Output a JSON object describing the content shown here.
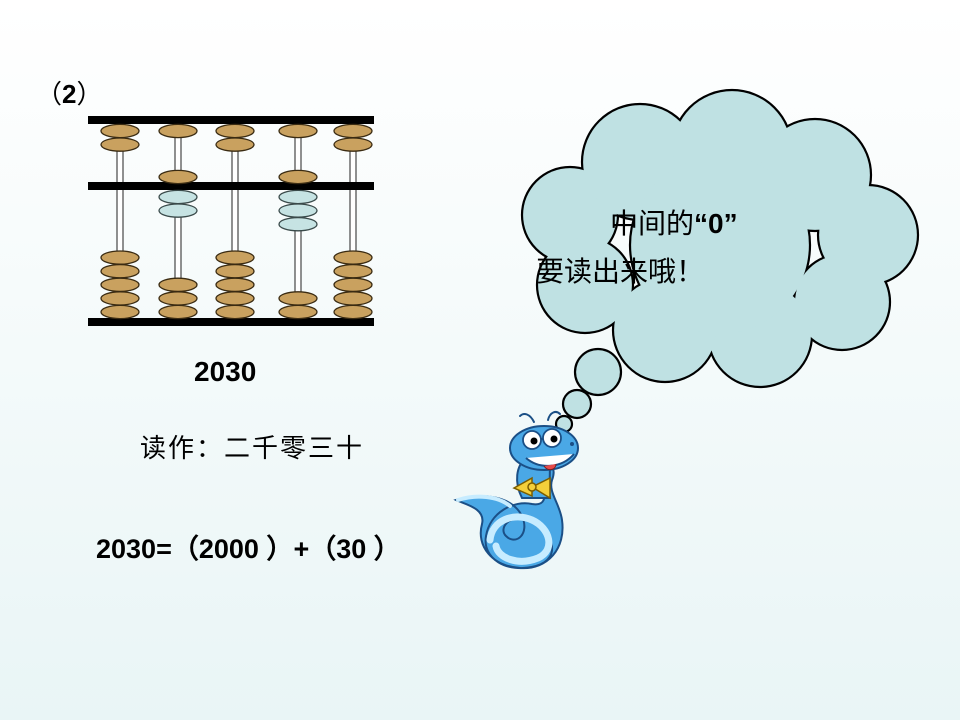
{
  "problem": {
    "open": "（",
    "number": "2",
    "close": "）"
  },
  "abacus": {
    "rods": [
      {
        "upper": 0,
        "lower": 5
      },
      {
        "upper": 1,
        "lower": 3
      },
      {
        "upper": 0,
        "lower": 5
      },
      {
        "upper": 1,
        "lower": 2
      },
      {
        "upper": 0,
        "lower": 5
      }
    ],
    "colors": {
      "bead": "#c9a15f",
      "bead_stroke": "#3a2b12",
      "bead_light": "#c6e3e3",
      "bead_light_stroke": "#3a4a4a",
      "beam": "#000000"
    }
  },
  "number_text": "2030",
  "reading": "读作：二千零三十",
  "equation": {
    "lhs": "2030=",
    "open1": "（",
    "a": "2000",
    "close1": " ）",
    "plus": "+",
    "open2": "（",
    "b": "30",
    "close2": " ）"
  },
  "bubble": {
    "line1_prefix": "中间的",
    "line1_quote": "“0”",
    "line2": "要读出来哦！",
    "fill": "#bfe1e3",
    "stroke": "#000000"
  },
  "mascot": {
    "icon": "snake-icon",
    "body_color": "#4aa8e6",
    "belly_color": "#c7ecff"
  }
}
